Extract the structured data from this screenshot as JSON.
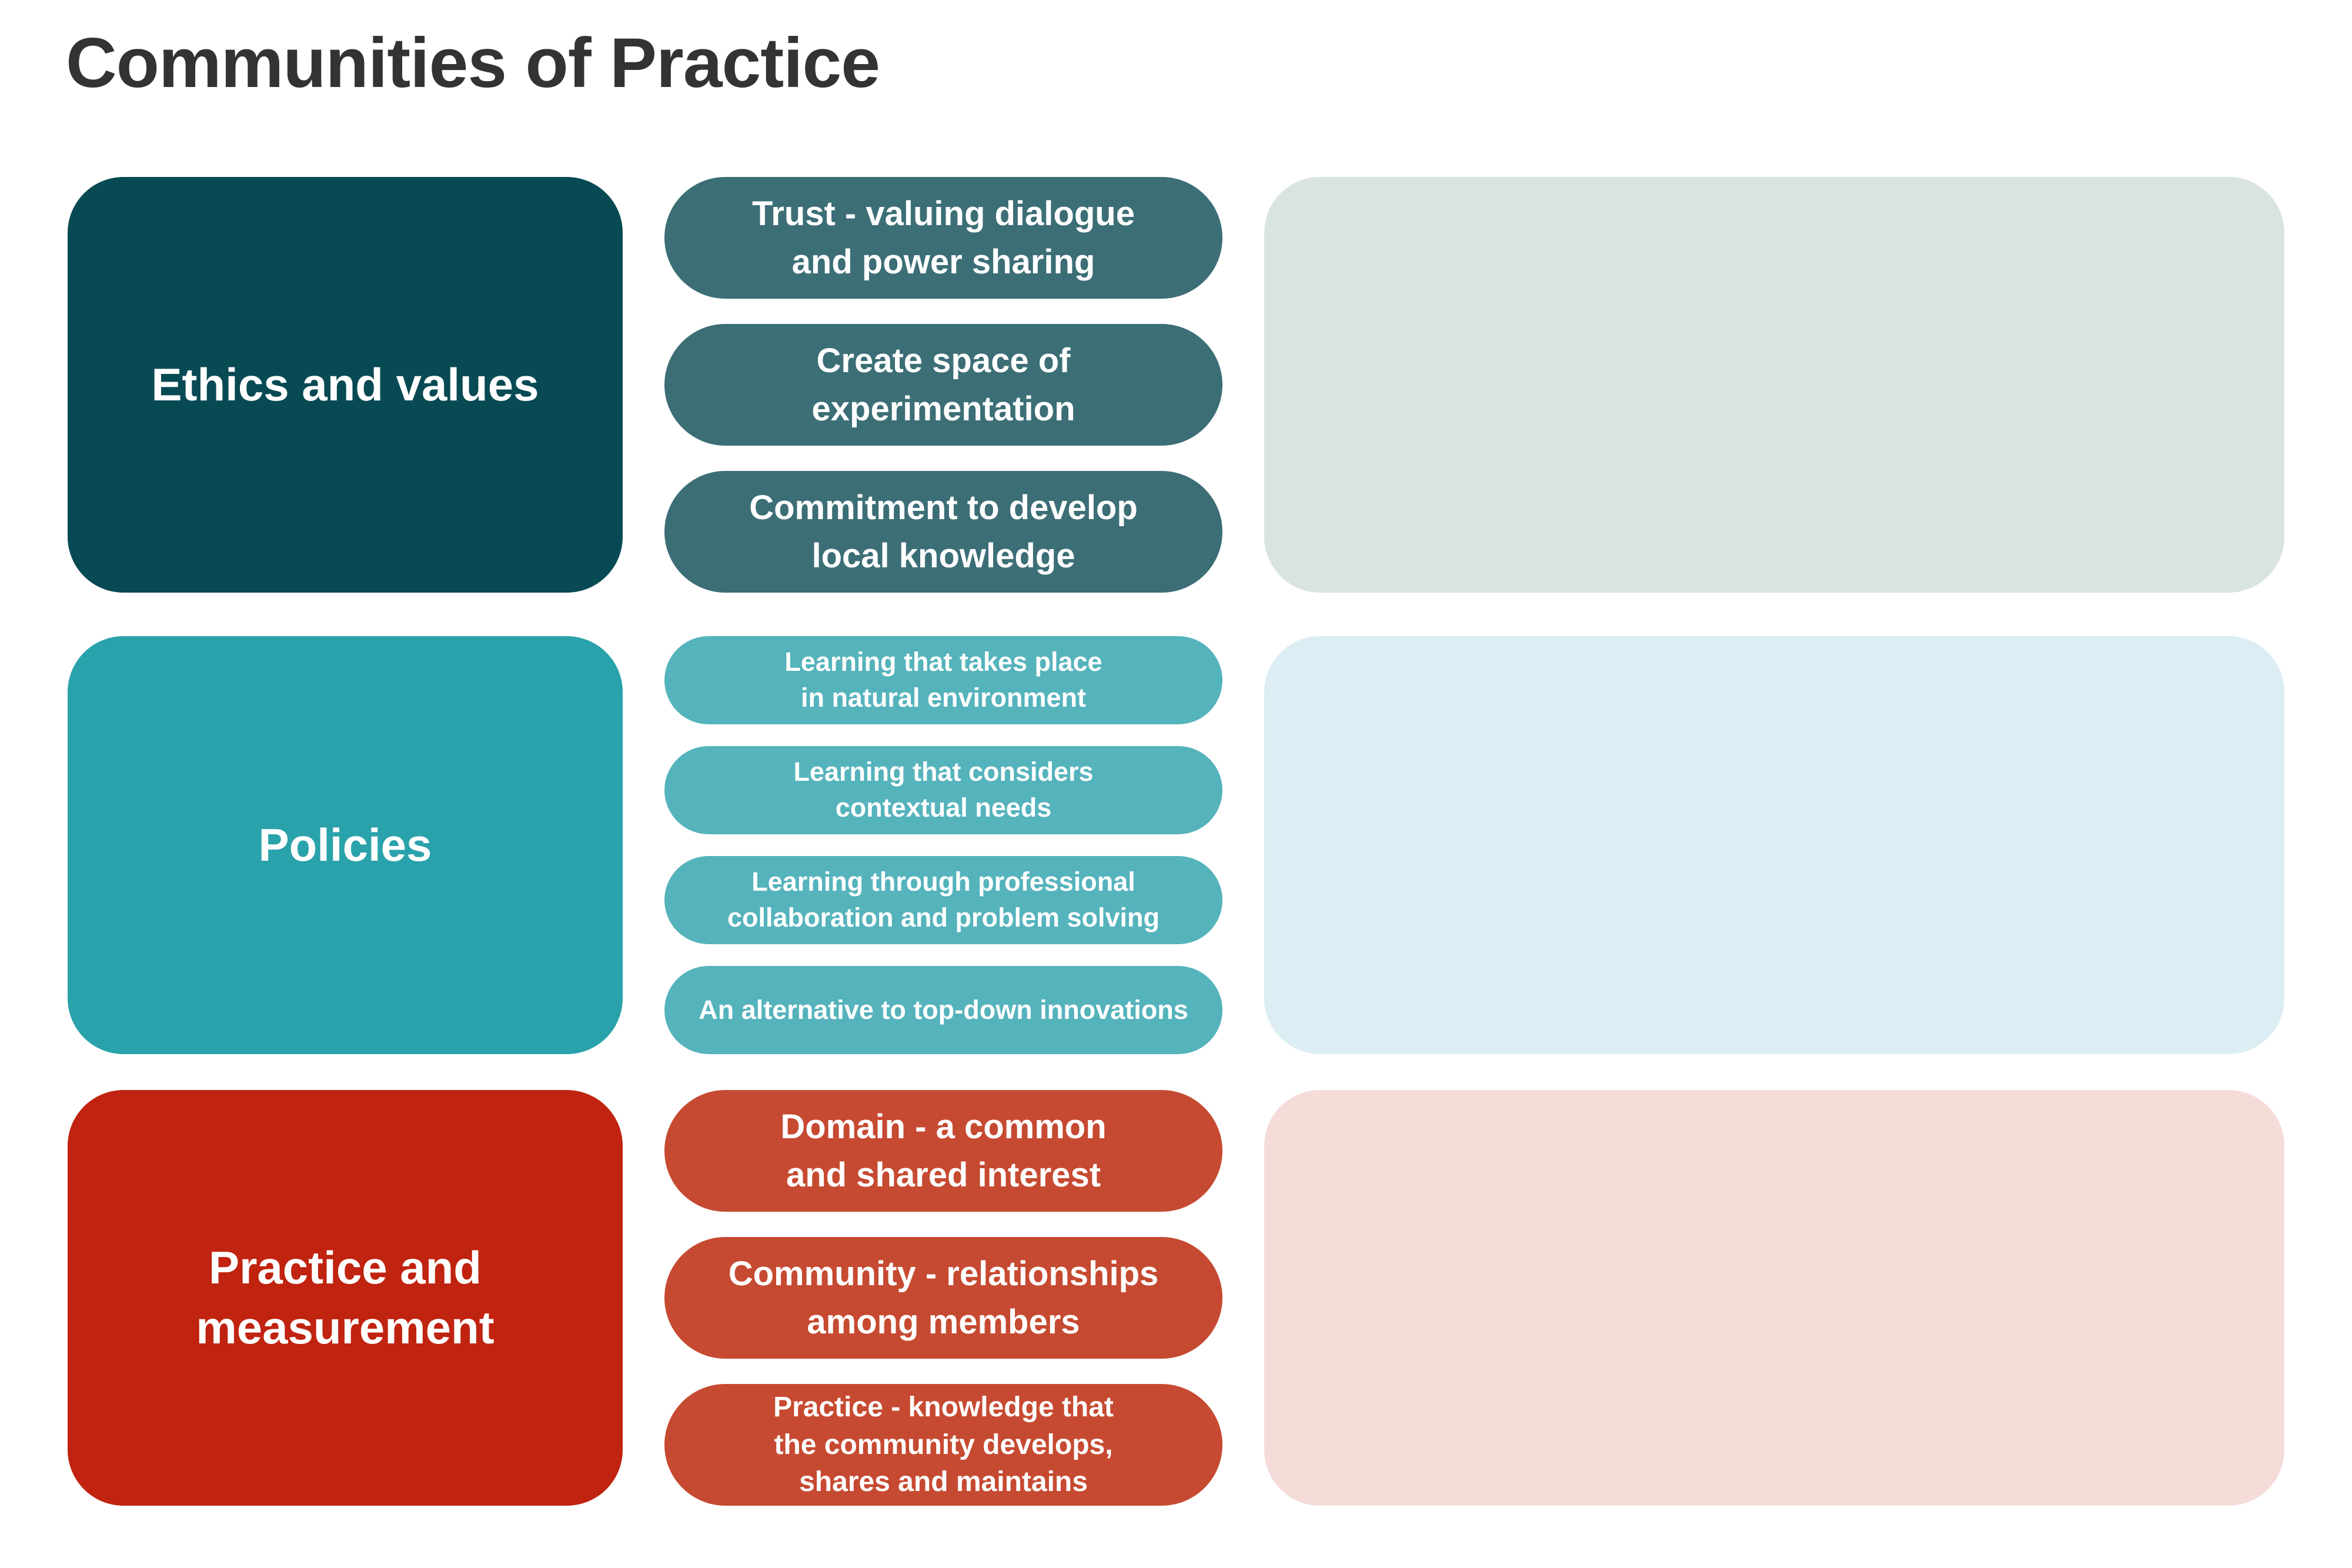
{
  "title": "Communities of Practice",
  "colors": {
    "background": "#ffffff",
    "title_text": "#333333",
    "label_text": "#ffffff",
    "row_1_category_bg": "#084a53",
    "row_1_pill_bg": "#3c6e76",
    "row_1_panel_bg": "#d9e3e2",
    "row_2_category_bg": "#2aa2ab",
    "row_2_pill_bg": "#55b3bc",
    "row_2_panel_bg": "#dcedf3",
    "row_3_category_bg": "#c0230f",
    "row_3_pill_bg": "#c64a31",
    "row_3_panel_bg": "#f5dcd9"
  },
  "rows": [
    {
      "category": "Ethics and values",
      "category_bg": "#084a53",
      "pill_bg": "#3c6e76",
      "panel_bg": "#d9e3e2",
      "pills": [
        {
          "label": "Trust - valuing dialogue\nand power sharing"
        },
        {
          "label": "Create space of\nexperimentation"
        },
        {
          "label": "Commitment to develop\nlocal knowledge"
        }
      ]
    },
    {
      "category": "Policies",
      "category_bg": "#2aa2ab",
      "pill_bg": "#55b3bc",
      "panel_bg": "#dcedf3",
      "pills": [
        {
          "label": "Learning that takes place\nin natural environment"
        },
        {
          "label": "Learning that considers\ncontextual needs"
        },
        {
          "label": "Learning through professional\ncollaboration and problem solving"
        },
        {
          "label": "An alternative to top-down innovations"
        }
      ]
    },
    {
      "category": "Practice and\nmeasurement",
      "category_bg": "#c0230f",
      "pill_bg": "#c64a31",
      "panel_bg": "#f5dcd9",
      "pills": [
        {
          "label": "Domain - a common\nand shared interest"
        },
        {
          "label": "Community - relationships\namong members"
        },
        {
          "label": "Practice - knowledge that\nthe community develops,\nshares and maintains"
        }
      ]
    }
  ]
}
